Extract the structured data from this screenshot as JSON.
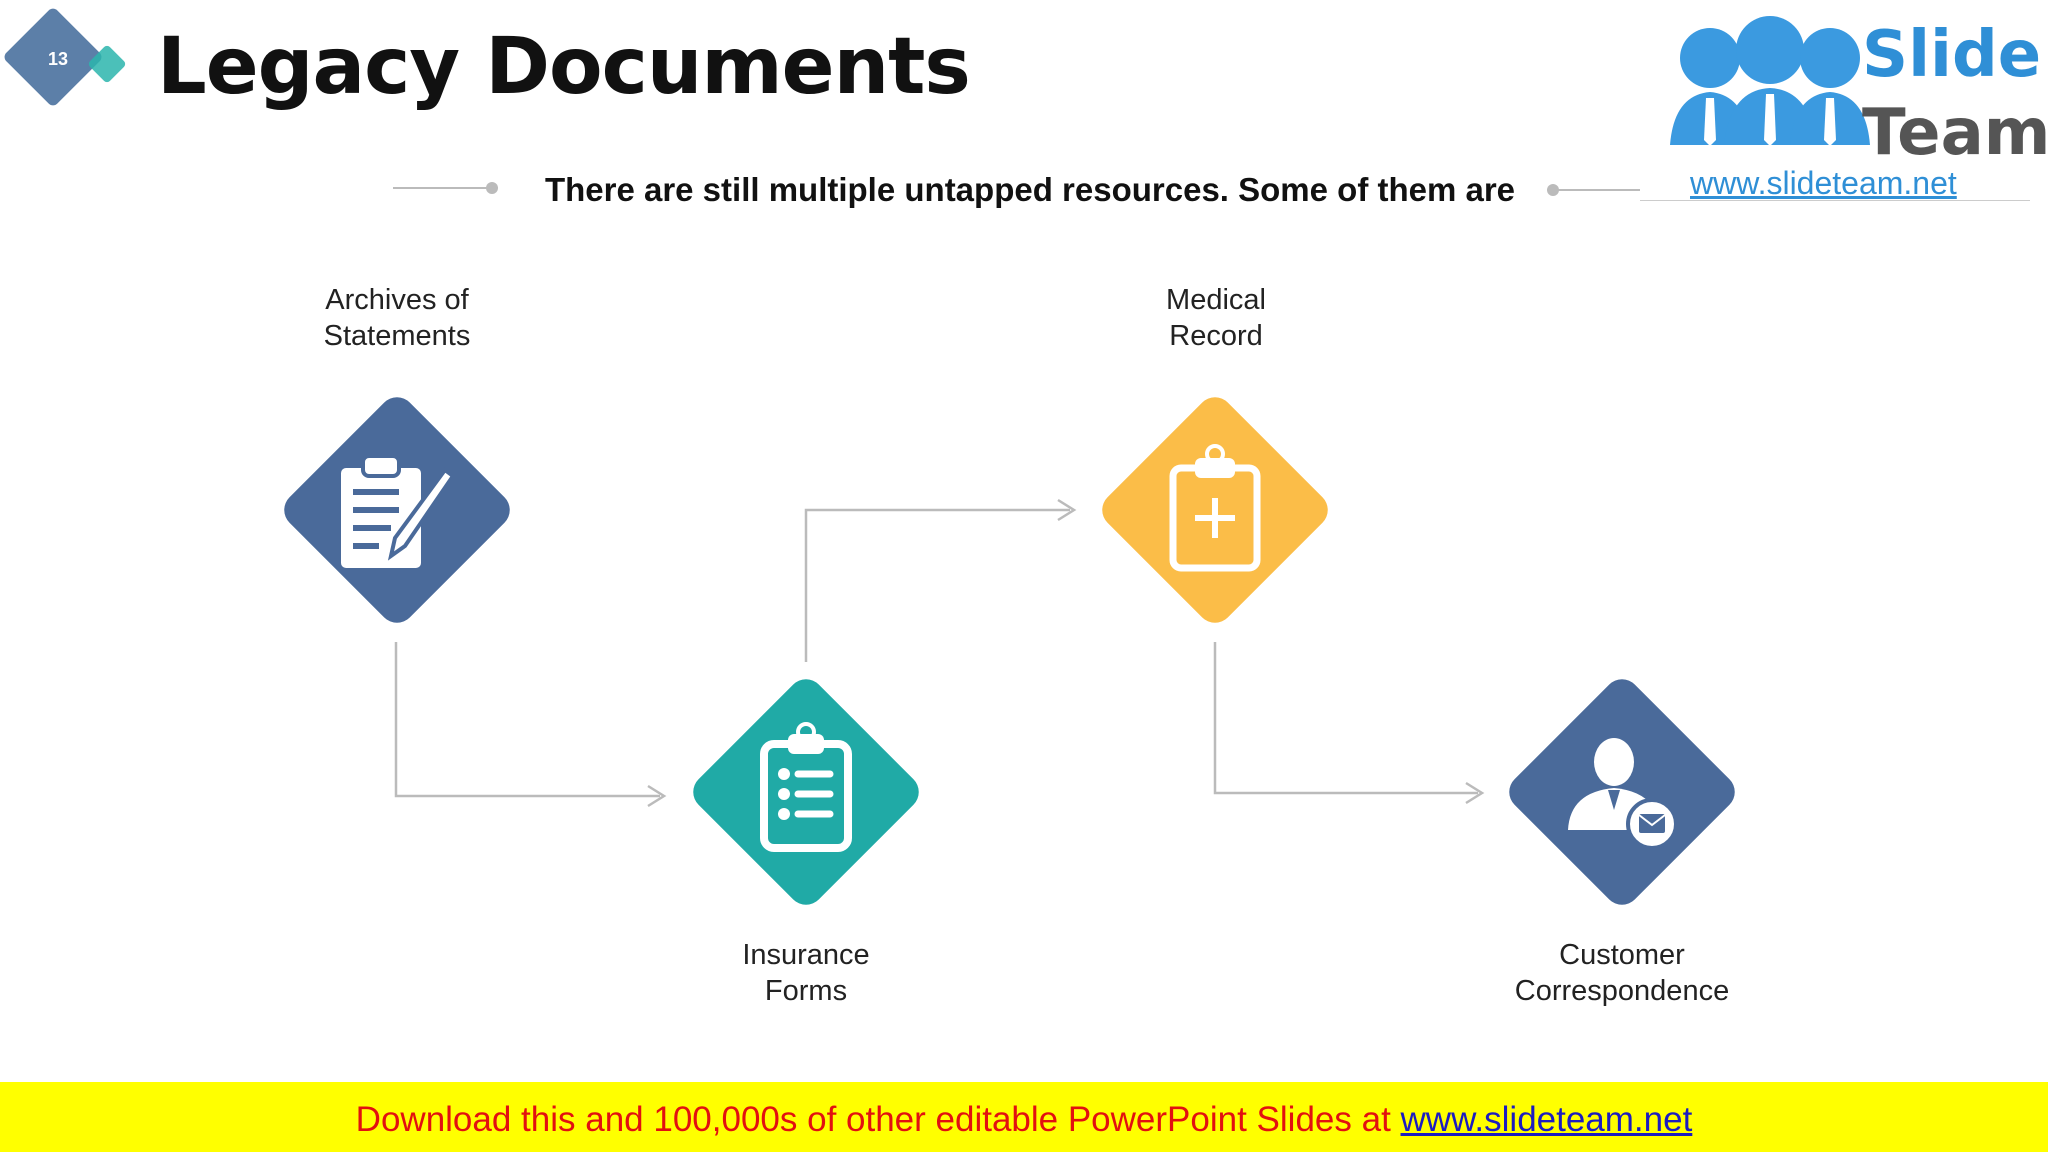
{
  "slide": {
    "number": "13",
    "title": "Legacy Documents",
    "subtitle": "There are still multiple untapped resources. Some of them are"
  },
  "logo": {
    "word1": "Slide",
    "word2": "Team",
    "url": "www.slideteam.net"
  },
  "nodes": [
    {
      "id": "archives",
      "label_line1": "Archives of",
      "label_line2": "Statements",
      "icon": "clipboard-pen-icon",
      "color": "#4a6a9a"
    },
    {
      "id": "insurance",
      "label_line1": "Insurance",
      "label_line2": "Forms",
      "icon": "clipboard-list-icon",
      "color": "#20aaa6"
    },
    {
      "id": "medical",
      "label_line1": "Medical",
      "label_line2": "Record",
      "icon": "medical-clipboard-icon",
      "color": "#fbbd48"
    },
    {
      "id": "customer",
      "label_line1": "Customer",
      "label_line2": "Correspondence",
      "icon": "person-mail-icon",
      "color": "#4a6a9a"
    }
  ],
  "banner": {
    "text": "Download this and 100,000s of other editable PowerPoint Slides at ",
    "link": "www.slideteam.net"
  }
}
